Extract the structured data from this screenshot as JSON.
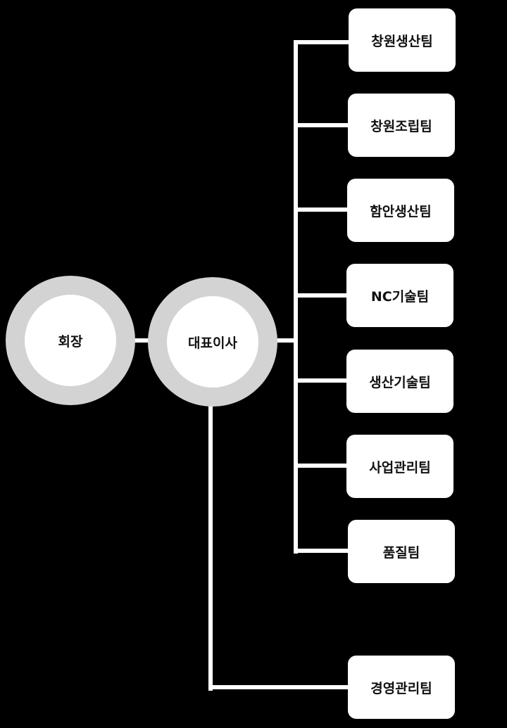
{
  "chairman": "회장",
  "ceo": "대표이사",
  "teams": [
    "창원생산팀",
    "창원조립팀",
    "함안생산팀",
    "NC기술팀",
    "생산기술팀",
    "사업관리팀",
    "품질팀"
  ],
  "management_team": "경영관리팀"
}
